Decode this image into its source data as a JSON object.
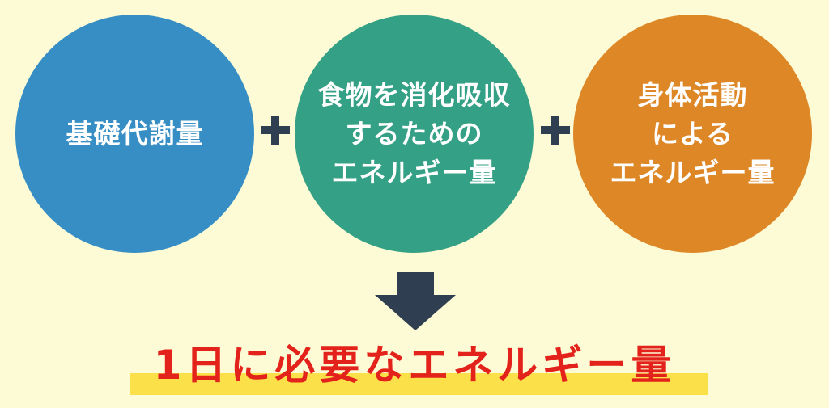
{
  "circles": [
    {
      "lines": [
        "基礎代謝量"
      ],
      "color": "#368ec4"
    },
    {
      "lines": [
        "食物を消化吸収",
        "するための",
        "エネルギー量"
      ],
      "color": "#34a085"
    },
    {
      "lines": [
        "身体活動",
        "による",
        "エネルギー量"
      ],
      "color": "#dd8726"
    }
  ],
  "operators": [
    "plus-icon",
    "plus-icon"
  ],
  "result": {
    "text": "1日に必要なエネルギー量",
    "text_color": "#e3231b",
    "highlight_color": "#fbe04a"
  },
  "arrow": {
    "icon": "down-arrow-icon",
    "color": "#2f3e50"
  },
  "background": "#fdfbd6"
}
